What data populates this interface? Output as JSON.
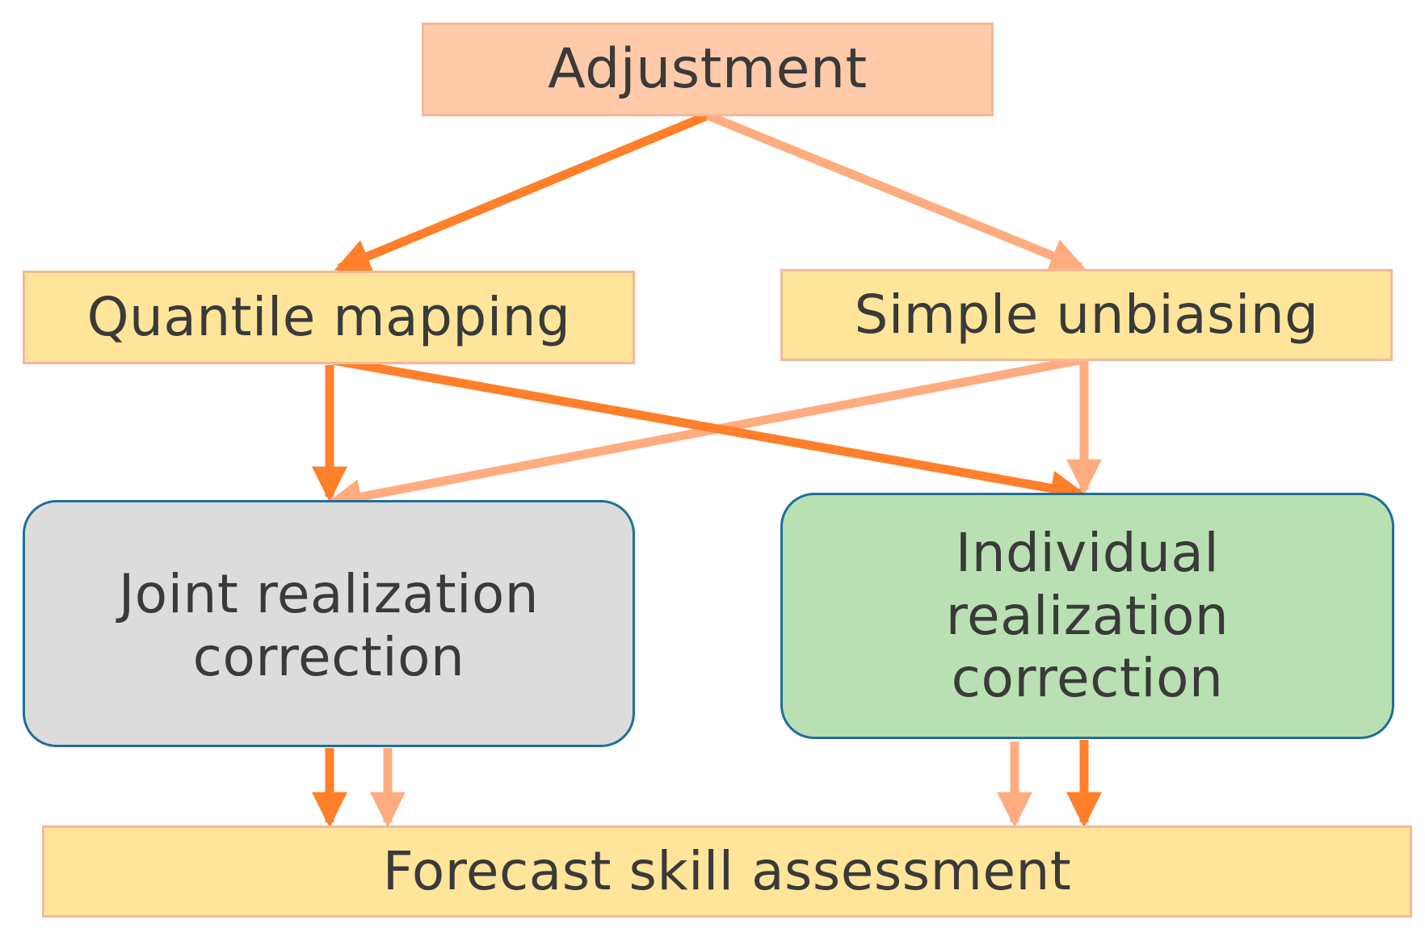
{
  "nodes": {
    "adjustment": "Adjustment",
    "quantile_mapping": "Quantile mapping",
    "simple_unbiasing": "Simple unbiasing",
    "joint_correction": {
      "line1": "Joint realization",
      "line2": "correction"
    },
    "individual_correction": {
      "line1": "Individual",
      "line2": "realization",
      "line3": "correction"
    },
    "forecast_skill": "Forecast skill assessment"
  },
  "colors": {
    "arrow_dark": "#ff7f2a",
    "arrow_light": "#ffad80",
    "adjustment_fill": "#ffcaaa",
    "method_fill": "#ffe599",
    "joint_fill": "#dcdcdc",
    "individual_fill": "#b9e0b2",
    "rounded_border": "#1f6e9b"
  }
}
